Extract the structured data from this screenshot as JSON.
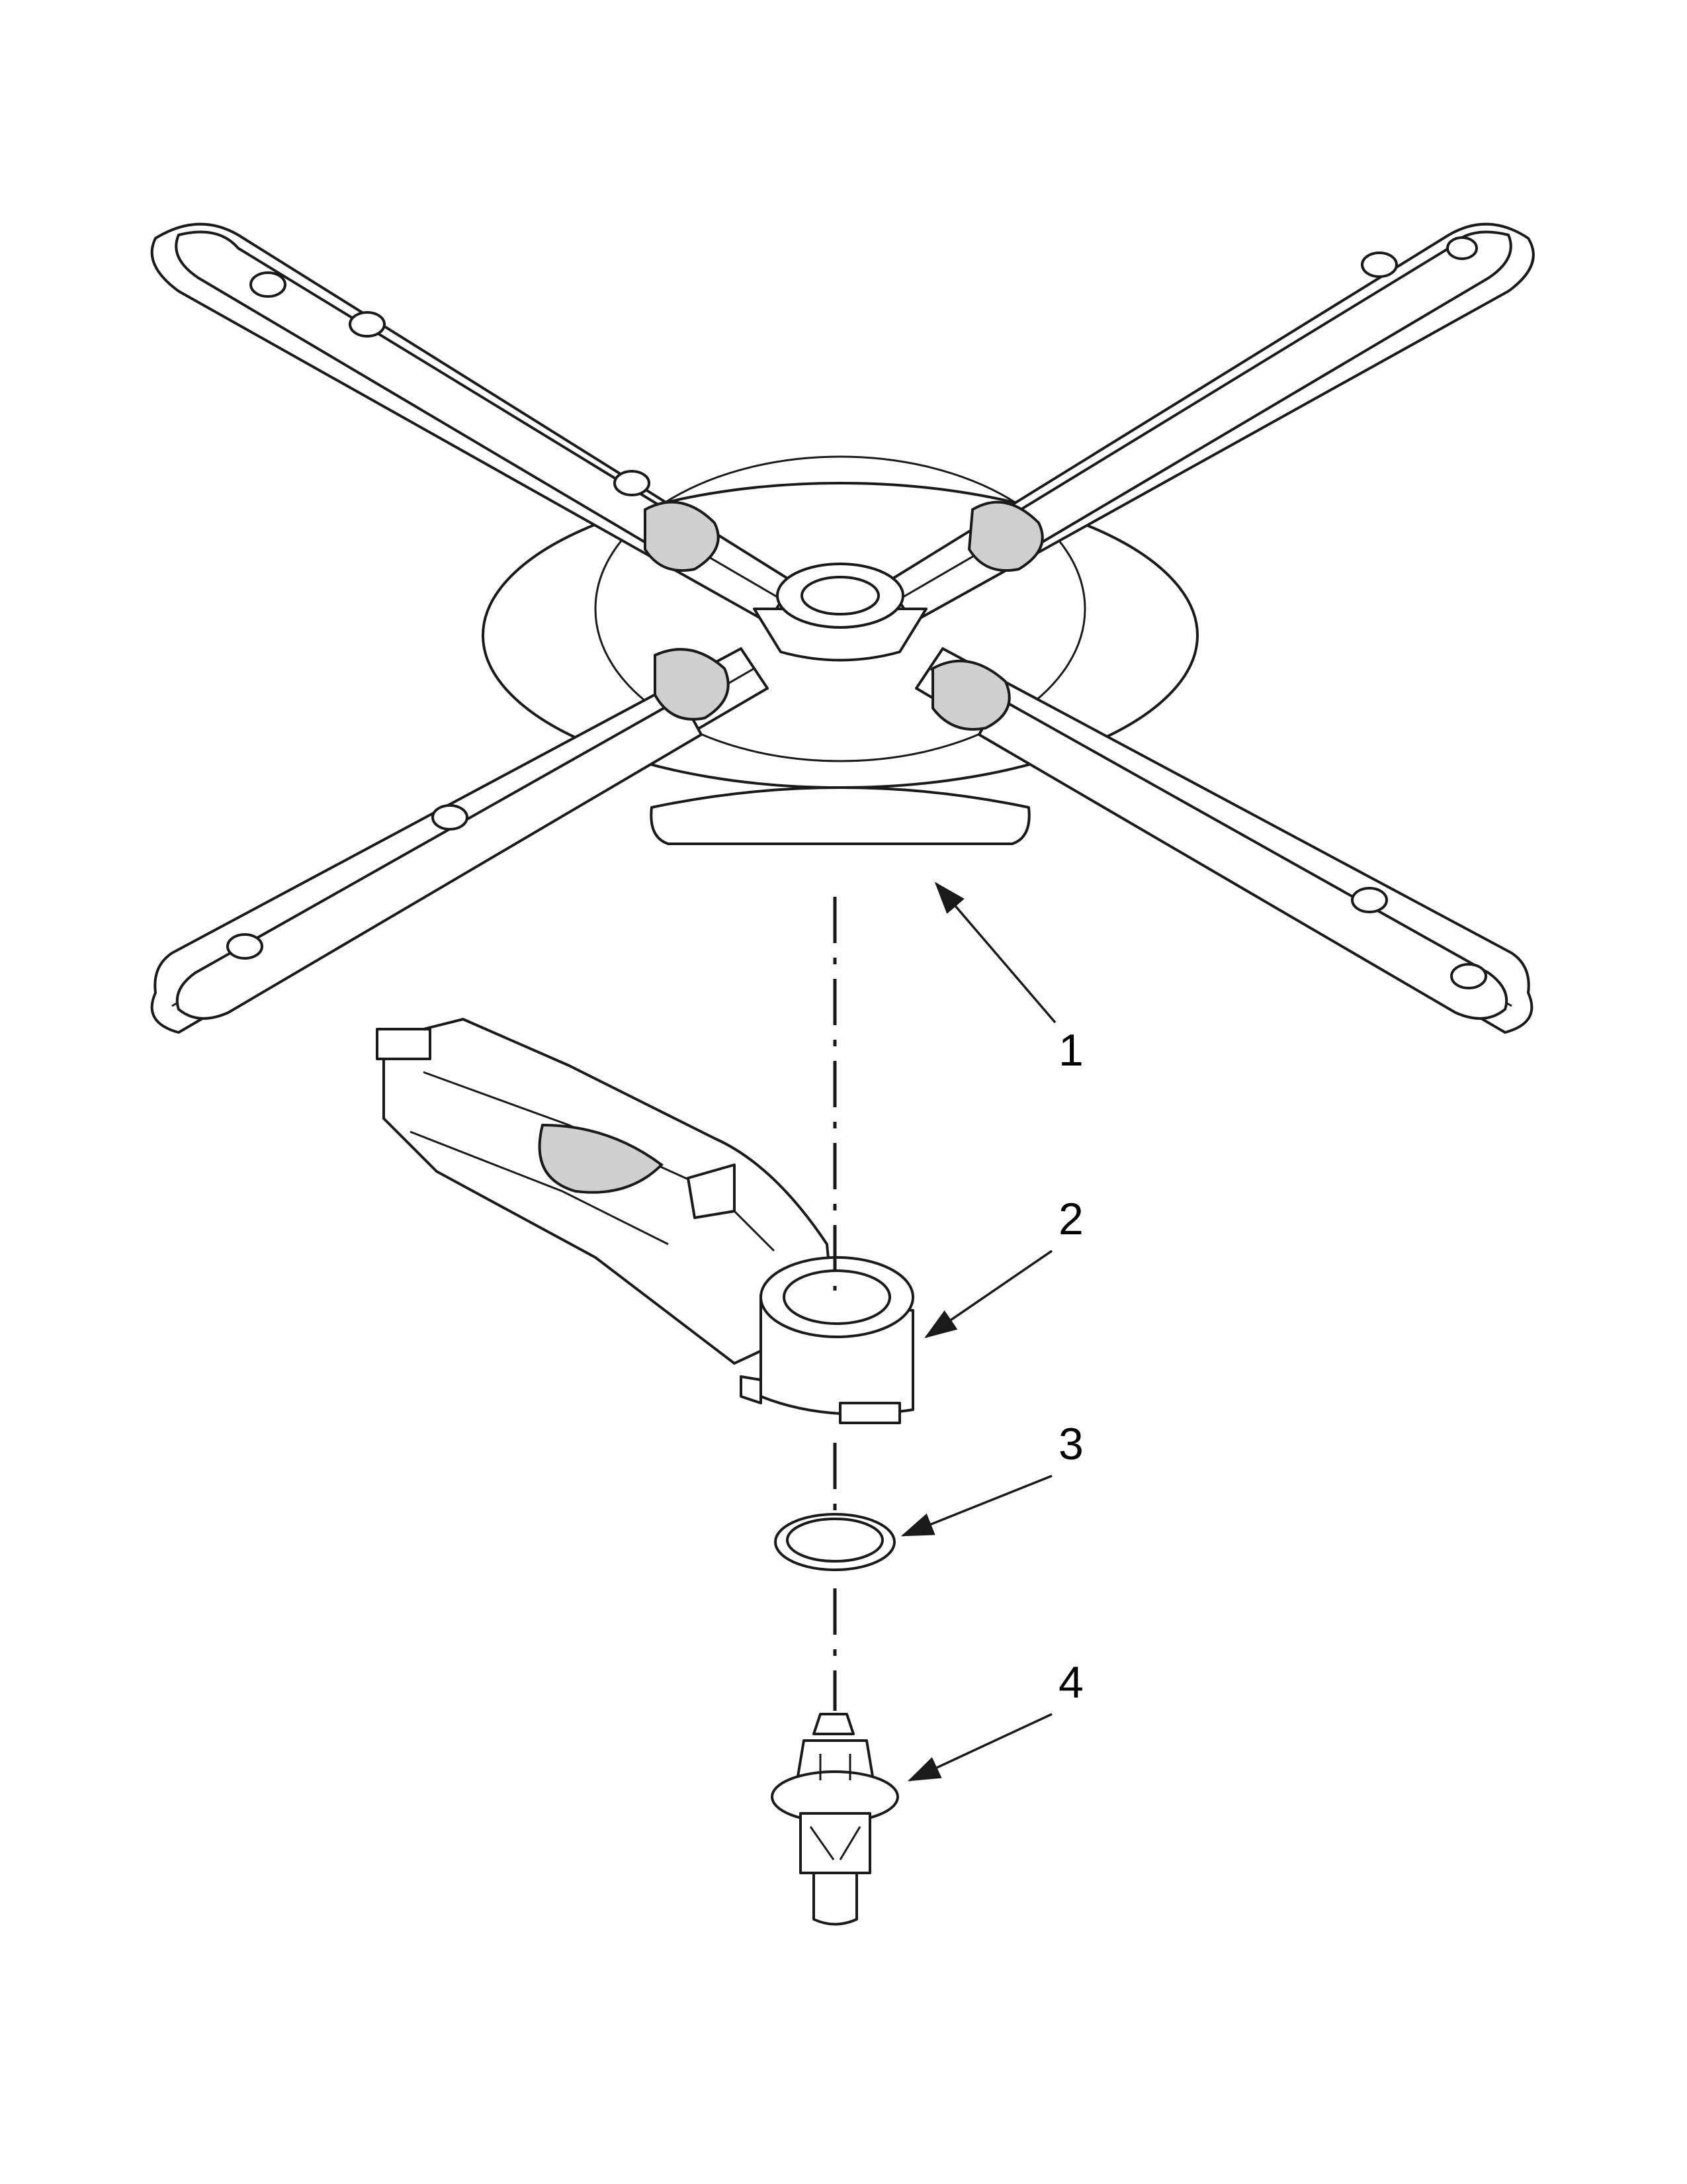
{
  "callouts": [
    {
      "id": "part-1",
      "label": "1"
    },
    {
      "id": "part-2",
      "label": "2"
    },
    {
      "id": "part-3",
      "label": "3"
    },
    {
      "id": "part-4",
      "label": "4"
    }
  ],
  "colors": {
    "line": "#1a1a1a",
    "background": "#ffffff",
    "shade": "#cfcfcf"
  }
}
